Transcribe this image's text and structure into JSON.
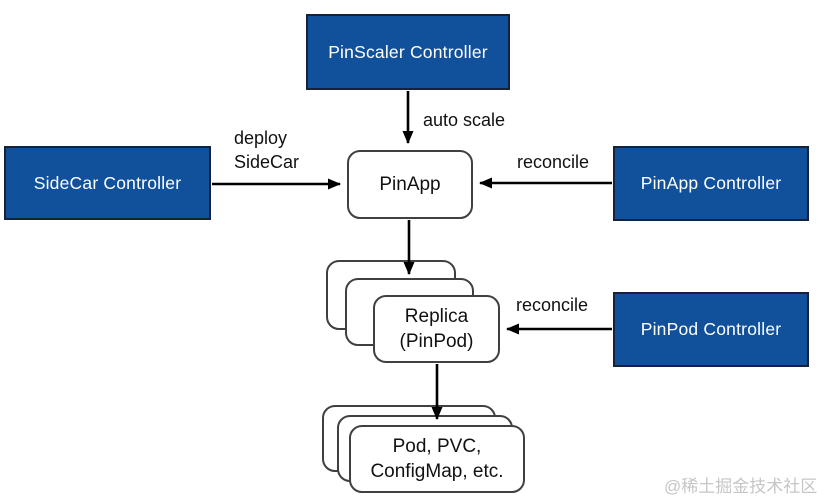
{
  "colors": {
    "canvas_bg": "#FFFFFF",
    "controller_fill": "#11509B",
    "controller_border": "#17213A",
    "controller_text": "#FFFFFF",
    "resource_fill": "#FFFFFF",
    "resource_border": "#404040",
    "arrow_color": "#000000",
    "watermark_color": "#C6C6C6"
  },
  "nodes": {
    "pinscaler_controller": {
      "label": "PinScaler Controller",
      "type": "controller"
    },
    "sidecar_controller": {
      "label": "SideCar Controller",
      "type": "controller"
    },
    "pinapp_controller": {
      "label": "PinApp Controller",
      "type": "controller"
    },
    "pinpod_controller": {
      "label": "PinPod Controller",
      "type": "controller"
    },
    "pinapp": {
      "label": "PinApp",
      "type": "resource"
    },
    "replica": {
      "label_line1": "Replica",
      "label_line2": "(PinPod)",
      "type": "resource-stack",
      "stack_count": 3
    },
    "resources": {
      "label_line1": "Pod, PVC,",
      "label_line2": "ConfigMap, etc.",
      "type": "resource-stack",
      "stack_count": 3
    }
  },
  "edges": {
    "auto_scale": {
      "from": "pinscaler_controller",
      "to": "pinapp",
      "label": "auto scale"
    },
    "deploy_sidecar": {
      "from": "sidecar_controller",
      "to": "pinapp",
      "label_line1": "deploy",
      "label_line2": "SideCar"
    },
    "reconcile_pinapp": {
      "from": "pinapp_controller",
      "to": "pinapp",
      "label": "reconcile"
    },
    "pinapp_to_replica": {
      "from": "pinapp",
      "to": "replica",
      "label": ""
    },
    "reconcile_pinpod": {
      "from": "pinpod_controller",
      "to": "replica",
      "label": "reconcile"
    },
    "replica_to_resources": {
      "from": "replica",
      "to": "resources",
      "label": ""
    }
  },
  "watermark": {
    "text": "@稀土掘金技术社区"
  }
}
